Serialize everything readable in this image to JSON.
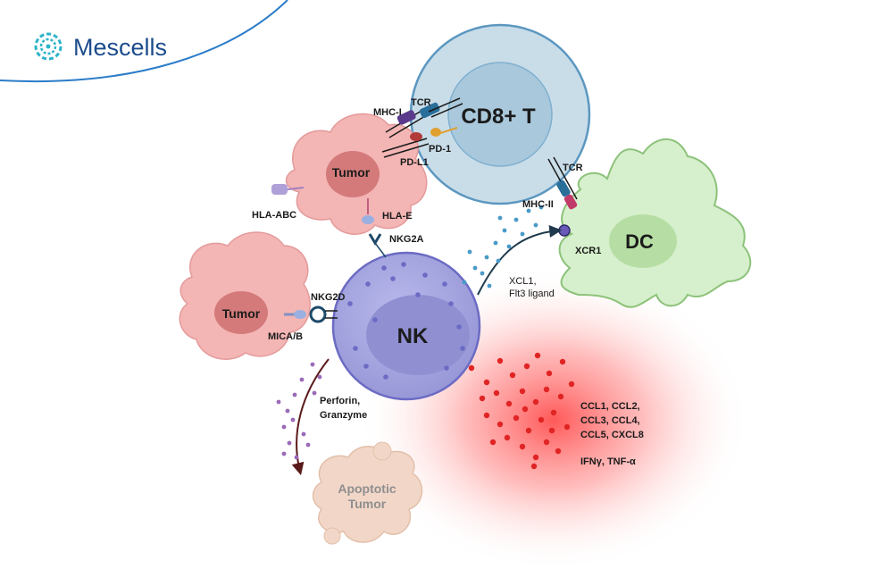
{
  "brand": {
    "name": "Mescells"
  },
  "cells": {
    "cd8": "CD8+ T",
    "dc": "DC",
    "nk": "NK",
    "tumor_top": "Tumor",
    "tumor_left": "Tumor",
    "apoptotic_line1": "Apoptotic",
    "apoptotic_line2": "Tumor"
  },
  "receptors": {
    "tcr_top": "TCR",
    "mhc_i": "MHC-I",
    "pd_1": "PD-1",
    "pd_l1": "PD-L1",
    "tcr_dc": "TCR",
    "mhc_ii": "MHC-II",
    "xcr1": "XCR1",
    "hla_abc": "HLA-ABC",
    "hla_e": "HLA-E",
    "nkg2a": "NKG2A",
    "nkg2d": "NKG2D",
    "mica_b": "MICA/B"
  },
  "secretions": {
    "xcl1_line1": "XCL1,",
    "xcl1_line2": "Flt3 ligand",
    "perforin_line1": "Perforin,",
    "perforin_line2": "Granzyme",
    "ccl_line1": "CCL1, CCL2,",
    "ccl_line2": "CCL3, CCL4,",
    "ccl_line3": "CCL5, CXCL8",
    "ifn": "IFNγ, TNF-α"
  },
  "colors": {
    "brand_blue": "#1c4c8c",
    "logo_teal": "#2bb3c9",
    "cd8_fill": "#c7dce8",
    "cd8_inner": "#a9c8dc",
    "nk_fill": "#a8a8e0",
    "nk_inner": "#8a8ad0",
    "tumor_fill": "#f3b3b3",
    "tumor_nucleus": "#d47a7a",
    "dc_fill": "#d8f0d0",
    "dc_inner": "#b8e0a8",
    "cytokine_red": "#e02424"
  }
}
